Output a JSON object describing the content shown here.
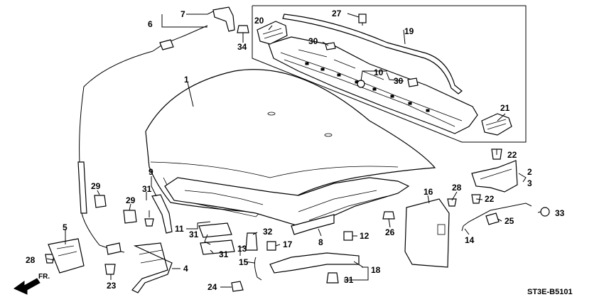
{
  "diagram_code": "ST3E-B5101",
  "direction_label": "FR.",
  "callouts": {
    "c1": "1",
    "c2": "2",
    "c3": "3",
    "c5": "5",
    "c6": "6",
    "c7": "7",
    "c8": "8",
    "c9": "9",
    "c10": "10",
    "c11": "11",
    "c12": "12",
    "c13": "13",
    "c14": "14",
    "c15": "15",
    "c16": "16",
    "c17": "17",
    "c18": "18",
    "c19": "19",
    "c20": "20",
    "c21": "21",
    "c22a": "22",
    "c22b": "22",
    "c23": "23",
    "c24": "24",
    "c25": "25",
    "c26": "26",
    "c27": "27",
    "c28a": "28",
    "c28b": "28",
    "c29a": "29",
    "c29b": "29",
    "c30a": "30",
    "c30b": "30",
    "c31a": "31",
    "c31b": "31",
    "c31c": "31",
    "c31d": "31",
    "c32": "32",
    "c33": "33",
    "c34": "34",
    "c4": "4"
  }
}
